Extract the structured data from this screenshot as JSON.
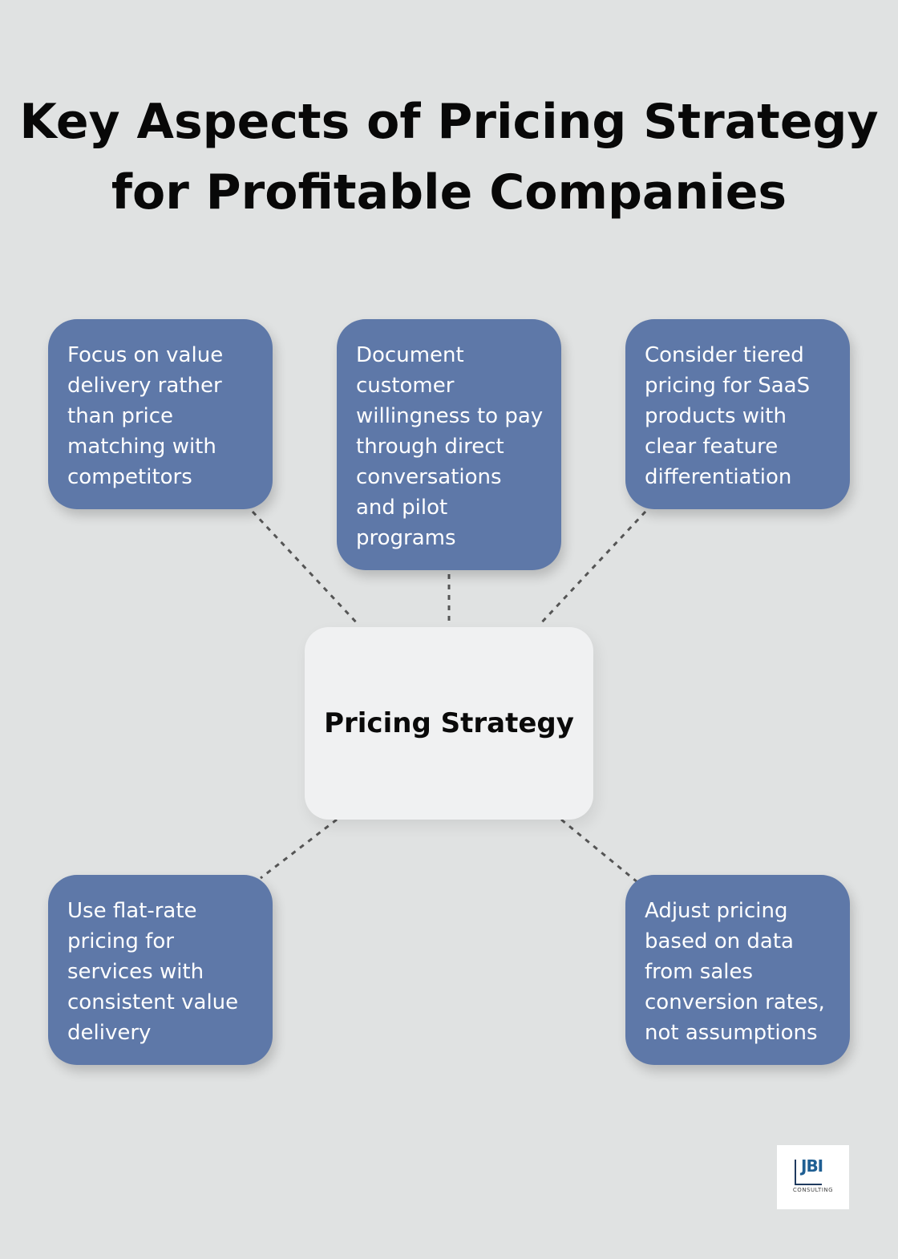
{
  "title": {
    "line1": "Key Aspects of Pricing Strategy",
    "line2": "for Profitable Companies"
  },
  "center": {
    "label": "Pricing Strategy"
  },
  "aspects": [
    {
      "text": "Focus on value delivery rather than price matching with competitors"
    },
    {
      "text": "Document customer willingness to pay through direct conversations and pilot programs"
    },
    {
      "text": "Consider tiered pricing for SaaS products with clear feature differentiation"
    },
    {
      "text": "Use flat-rate pricing for services with consistent value delivery"
    },
    {
      "text": "Adjust pricing based on data from sales conversion rates, not assumptions"
    }
  ],
  "logo": {
    "text": "JBI",
    "subtext": "CONSULTING"
  },
  "colors": {
    "background": "#e0e2e2",
    "box": "#5e78a8",
    "center_box": "#f0f1f2",
    "connector": "#555555"
  }
}
